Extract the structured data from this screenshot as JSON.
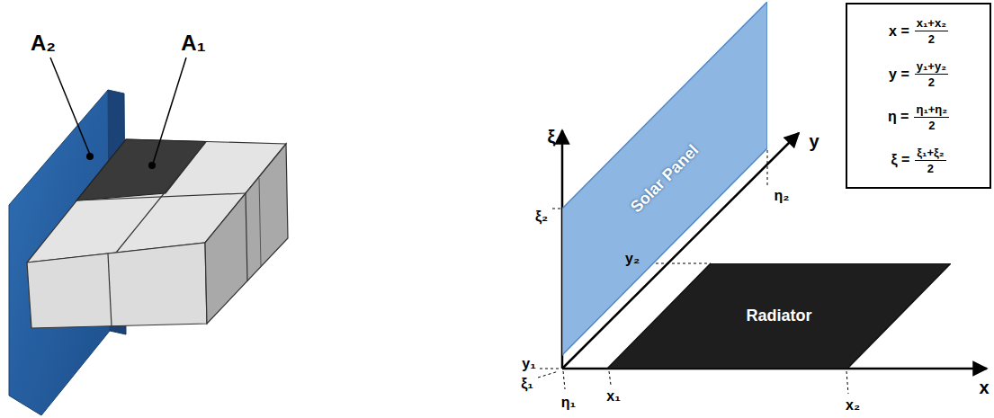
{
  "diagram": {
    "nodes": [
      {
        "text": [
          "Solar Panel"
        ]
      },
      {
        "text": [
          "Radiator"
        ]
      },
      {
        "text": [
          "x =",
          "x₁+x₂",
          "2",
          "y =",
          "y₁+y₂",
          "2",
          "η =",
          "η₁+η₂",
          "2",
          "ξ =",
          "ξ₁+ξ₂",
          "2"
        ]
      }
    ],
    "edges": [],
    "labels": [
      "A₂",
      "A₁",
      "ξ",
      "y",
      "x",
      "ξ₂",
      "η₂",
      "y₂",
      "y₁",
      "ξ₁",
      "η₁",
      "x₁",
      "x₂"
    ]
  }
}
